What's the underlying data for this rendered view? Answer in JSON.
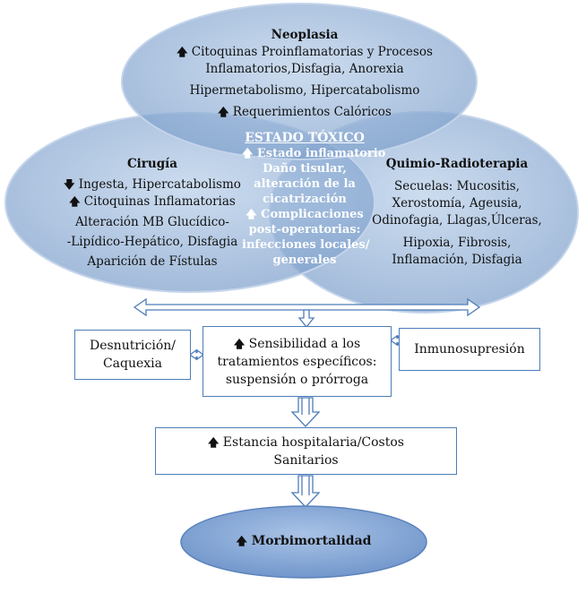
{
  "neoplasia": {
    "title": "Neoplasia",
    "lines": [
      "Citoquinas Proinflamatorias y Procesos",
      "Inflamatorios,Disfagia, Anorexia",
      "Hipermetabolismo,  Hipercatabolismo",
      "Requerimientos Calóricos"
    ]
  },
  "cirugia": {
    "title": "Cirugía",
    "lines": [
      "Ingesta, Hipercatabolismo",
      "Citoquinas Inflamatorias",
      "Alteración MB Glucídico-",
      "-Lipídico-Hepático, Disfagia",
      "Aparición de Fístulas"
    ]
  },
  "quimio": {
    "title": "Quimio-Radioterapia",
    "lines": [
      "Secuelas:  Mucositis,",
      "Xerostomía,  Ageusia,",
      "Odinofagia, Llagas,Úlceras,",
      "Hipoxia, Fibrosis,",
      "Inflamación, Disfagia"
    ]
  },
  "estado": {
    "title": "ESTADO TÓXICO",
    "lines": [
      "Estado inflamatorio",
      "Daño tisular,",
      "alteración de la",
      "cicatrización",
      "Complicaciones",
      "post-operatorias:",
      "infecciones locales/",
      "generales"
    ]
  },
  "boxes": {
    "desnutricion": [
      "Desnutrición/",
      "Caquexia"
    ],
    "sensibilidad": [
      "Sensibilidad a los",
      "tratamientos específicos:",
      "suspensión  o prórroga"
    ],
    "inmuno": [
      "Inmunosupresión"
    ],
    "estancia": [
      "Estancia hospitalaria/Costos",
      "Sanitarios"
    ],
    "morbi": "Morbimortalidad"
  },
  "arrows": {
    "up": "🡅",
    "down": "🡇"
  },
  "colors": {
    "ellipse_fill": "#94b3d9",
    "ellipse_stroke": "#a9c0de",
    "arrow_stroke": "#4e7db8",
    "box_border": "#4e7db8",
    "white_text": "#ffffff"
  }
}
